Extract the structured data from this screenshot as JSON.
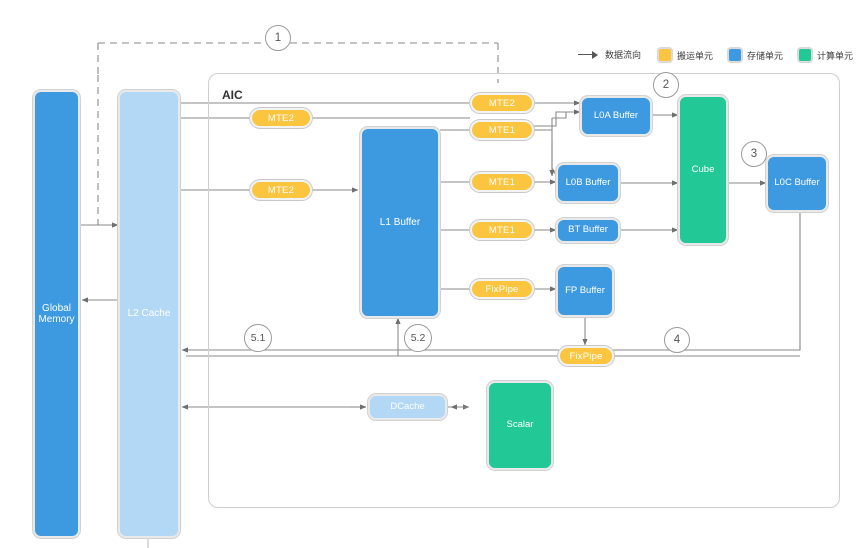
{
  "diagram": {
    "title": "AIC",
    "container_label": "AIC"
  },
  "legend": {
    "flow": "数据流向",
    "transport": "搬运单元",
    "storage": "存储单元",
    "compute": "计算单元"
  },
  "colors": {
    "transport": "#fbc53f",
    "storage": "#3d9ae0",
    "storage_light": "#b3d8f6",
    "compute": "#22c896",
    "line": "#8a8a8a",
    "container": "#cfcfcf"
  },
  "blocks": {
    "global_memory": "Global Memory",
    "l2_cache": "L2 Cache",
    "l1_buffer": "L1 Buffer",
    "l0a_buffer": "L0A Buffer",
    "l0b_buffer": "L0B Buffer",
    "bt_buffer": "BT Buffer",
    "fp_buffer": "FP Buffer",
    "l0c_buffer": "L0C Buffer",
    "cube": "Cube",
    "scalar": "Scalar",
    "dcache": "DCache"
  },
  "pipes": {
    "mte2_top": "MTE2",
    "mte2_mid": "MTE2",
    "mte2_left": "MTE2",
    "mte1_a": "MTE1",
    "mte1_b": "MTE1",
    "mte1_c": "MTE1",
    "fixpipe_l1": "FixPipe",
    "fixpipe_out": "FixPipe"
  },
  "markers": {
    "m1": "1",
    "m2": "2",
    "m3": "3",
    "m4": "4",
    "m51": "5.1",
    "m52": "5.2"
  }
}
